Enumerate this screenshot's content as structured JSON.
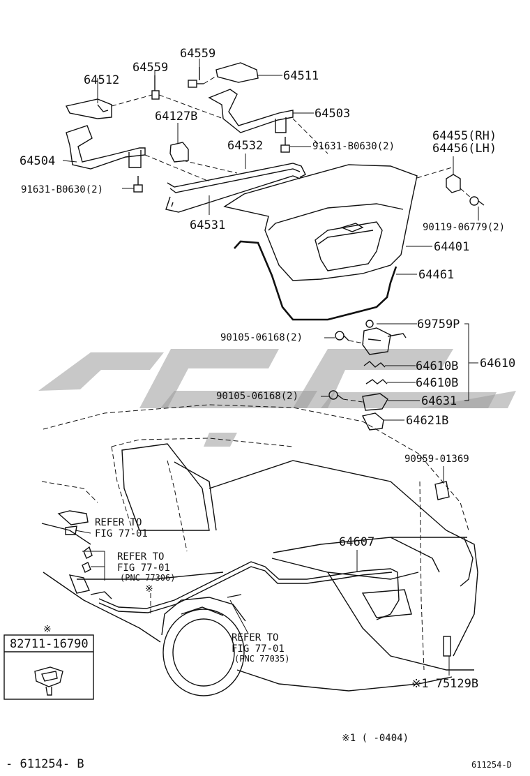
{
  "callouts": {
    "p64559a": "64559",
    "p64559b": "64559",
    "p64512": "64512",
    "p64511": "64511",
    "p64503": "64503",
    "p64127B": "64127B",
    "p64504": "64504",
    "p64532": "64532",
    "p91631_r": "91631-B0630(2)",
    "p91631_l": "91631-B0630(2)",
    "p64455": "64455(RH)",
    "p64456": "64456(LH)",
    "p64531": "64531",
    "p90119": "90119-06779(2)",
    "p64401": "64401",
    "p64461": "64461",
    "p69759P": "69759P",
    "p90105_a": "90105-06168(2)",
    "p64610B_a": "64610B",
    "p64610": "64610",
    "p64610B_b": "64610B",
    "p90105_b": "90105-06168(2)",
    "p64631": "64631",
    "p64621B": "64621B",
    "p90959": "90959-01369",
    "p64607": "64607",
    "p75129B": "※1 75129B"
  },
  "refers": {
    "r1_line1": "REFER TO",
    "r1_line2": "FIG 77-01",
    "r2_line1": "REFER TO",
    "r2_line2": "FIG 77-01",
    "r2_line3": "(PNC 77306)",
    "r3_line1": "REFER TO",
    "r3_line2": "FIG 77-01",
    "r3_line3": "(PNC 77035)"
  },
  "marks": {
    "asterisk_mid": "※",
    "asterisk_box": "※",
    "box_part": "82711-16790"
  },
  "footer": {
    "note": "※1 (     -0404)",
    "code_left": "- 611254- B",
    "code_right": "611254-D"
  }
}
